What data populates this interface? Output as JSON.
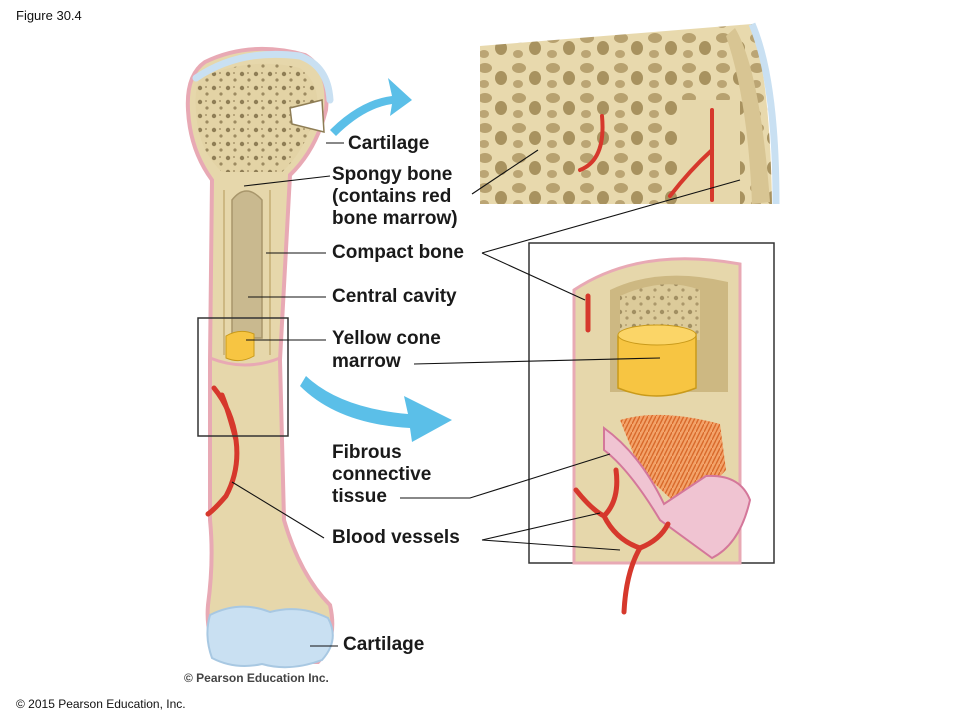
{
  "figure_title": "Figure 30.4",
  "copyright": "© 2015 Pearson Education, Inc.",
  "watermark": "© Pearson Education Inc.",
  "labels": {
    "cartilage_top": "Cartilage",
    "spongy_bone_1": "Spongy bone",
    "spongy_bone_2": "(contains red",
    "spongy_bone_3": "bone marrow)",
    "compact_bone": "Compact bone",
    "central_cavity": "Central cavity",
    "yellow_marrow_1": "Yellow cone",
    "yellow_marrow_2": "marrow",
    "fibrous_1": "Fibrous",
    "fibrous_2": "connective",
    "fibrous_3": "tissue",
    "blood_vessels": "Blood vessels",
    "cartilage_bottom": "Cartilage"
  },
  "colors": {
    "bone": "#e6d7ab",
    "bone_dark": "#cdb882",
    "cartilage": "#c9e0f2",
    "periosteum": "#e8a9b4",
    "vessel": "#d6382c",
    "marrow": "#f7c542",
    "arrow": "#5bbfe8"
  }
}
